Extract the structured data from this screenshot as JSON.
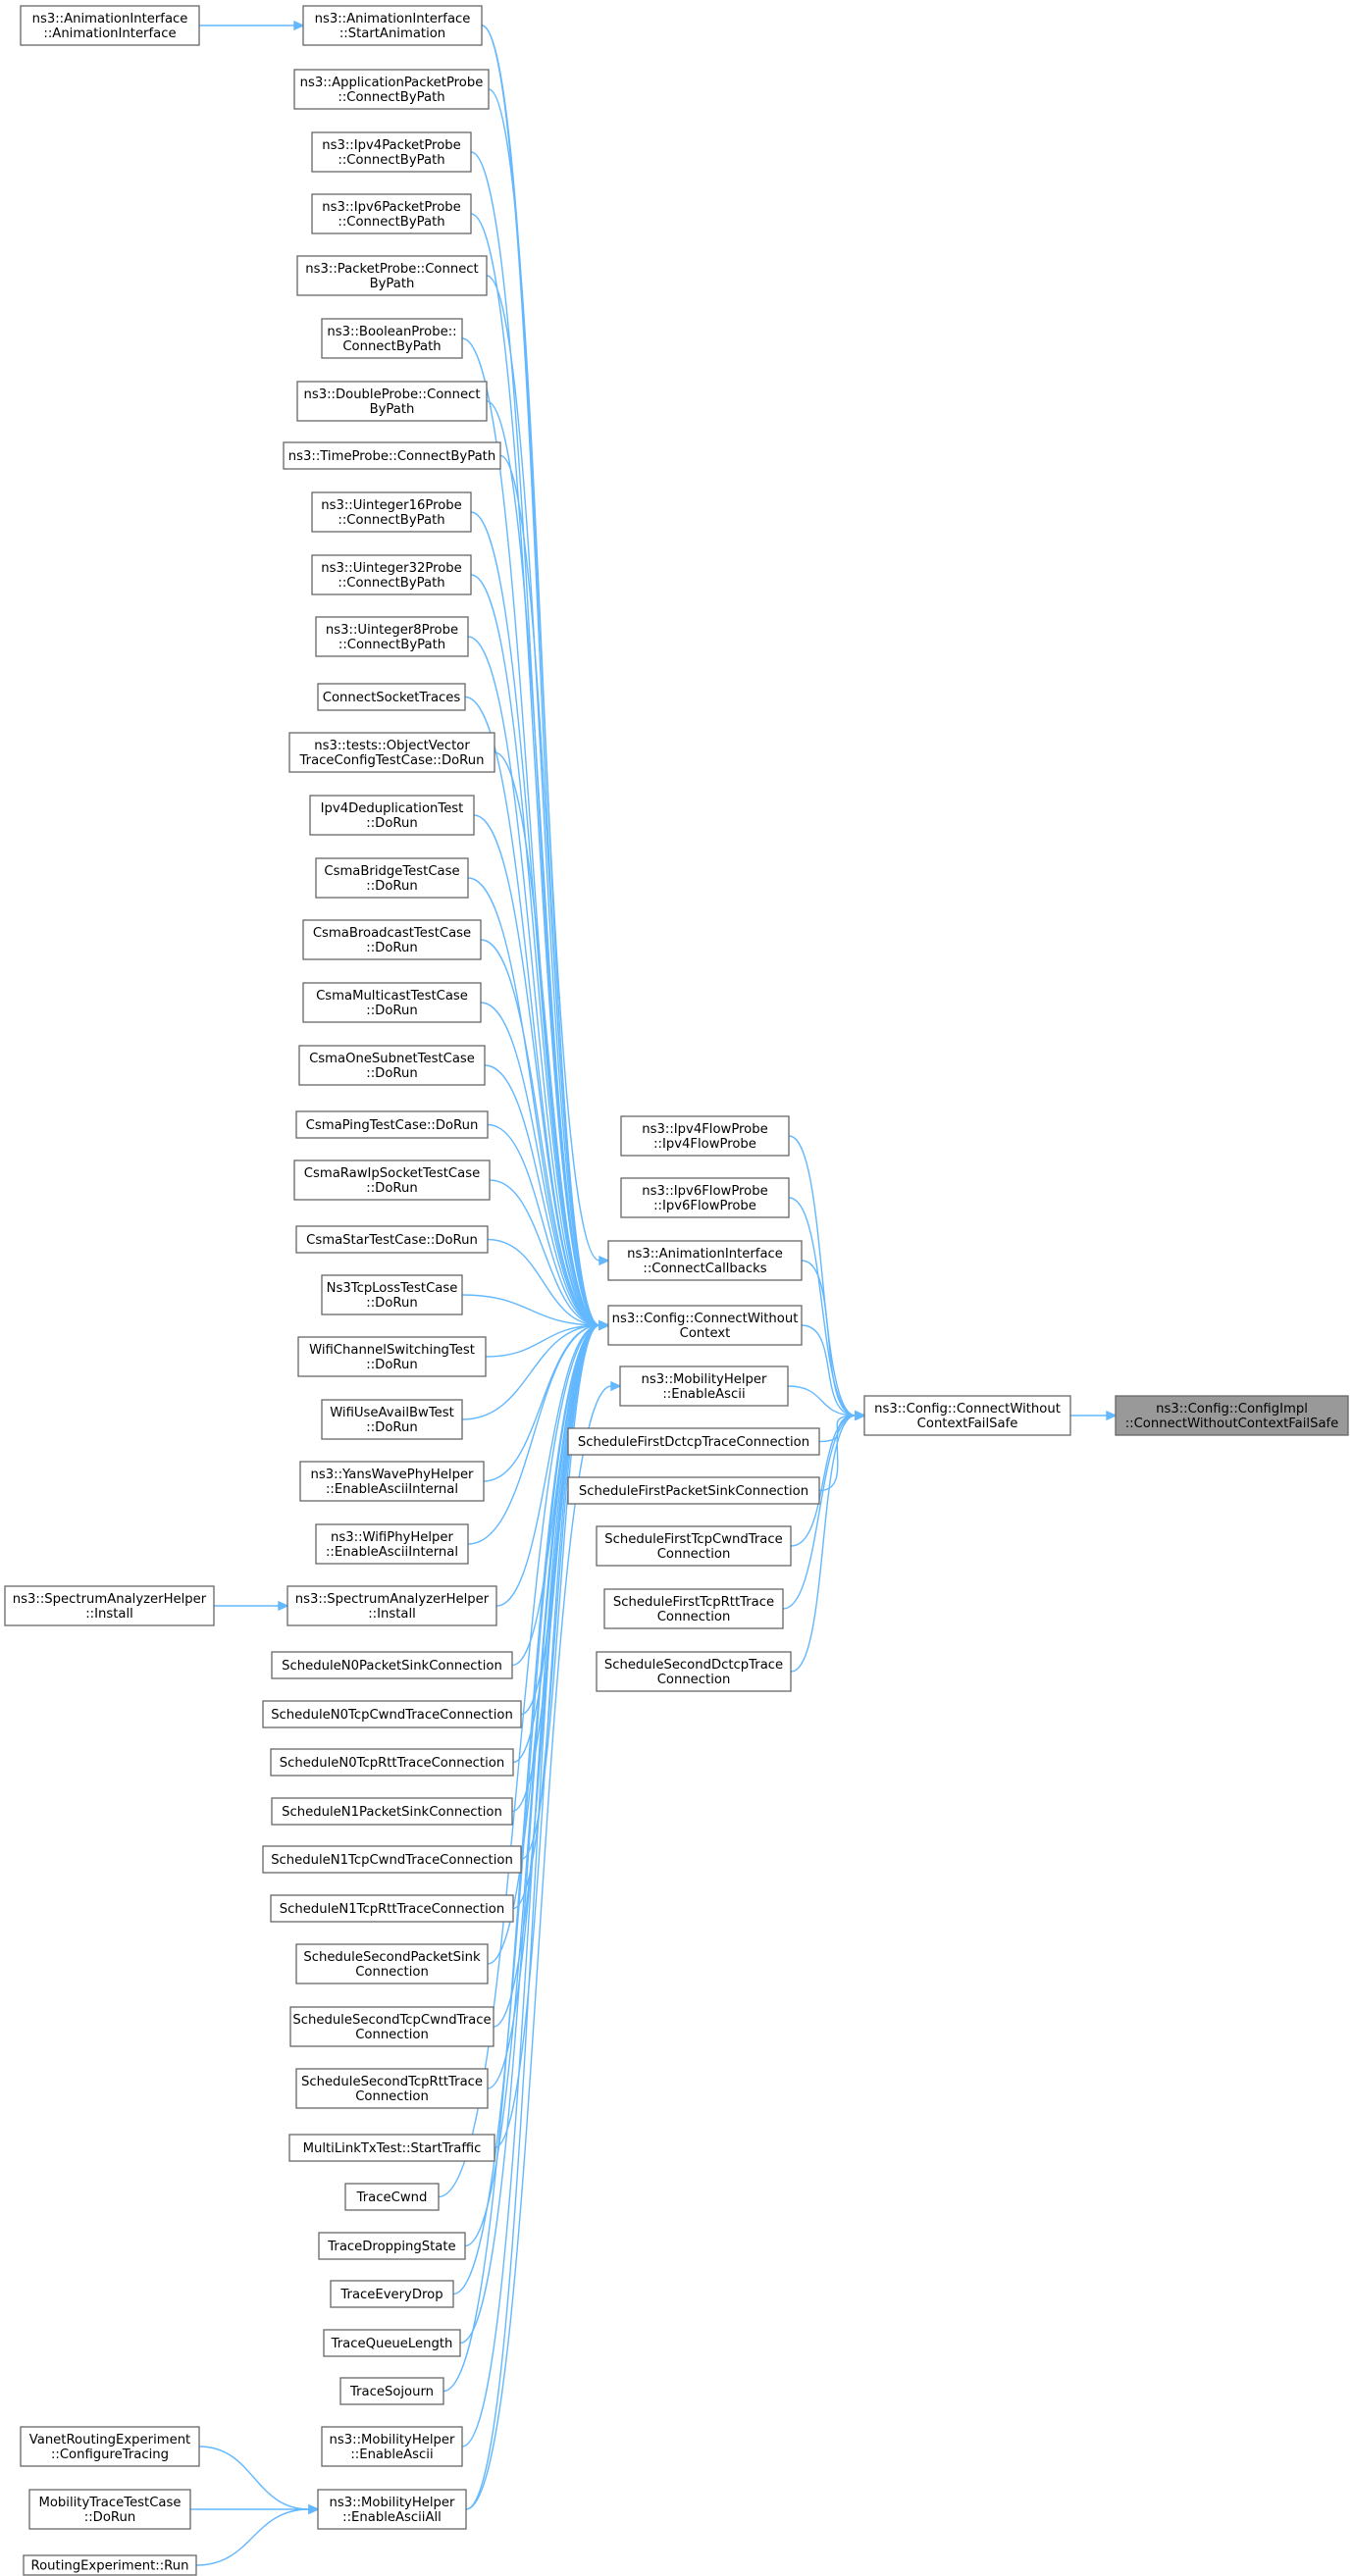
{
  "nodes": [
    {
      "id": "n_target",
      "lines": [
        "ns3::Config::ConfigImpl",
        "::ConnectWithoutContextFailSafe"
      ],
      "highlight": true
    },
    {
      "id": "n_cwcfs",
      "lines": [
        "ns3::Config::ConnectWithout",
        "ContextFailSafe"
      ]
    },
    {
      "id": "n_cwc",
      "lines": [
        "ns3::Config::ConnectWithout",
        "Context"
      ]
    },
    {
      "id": "n_ipv4flow",
      "lines": [
        "ns3::Ipv4FlowProbe",
        "::Ipv4FlowProbe"
      ]
    },
    {
      "id": "n_ipv6flow",
      "lines": [
        "ns3::Ipv6FlowProbe",
        "::Ipv6FlowProbe"
      ]
    },
    {
      "id": "n_anim_cc",
      "lines": [
        "ns3::AnimationInterface",
        "::ConnectCallbacks"
      ]
    },
    {
      "id": "n_mob_ea_mid",
      "lines": [
        "ns3::MobilityHelper",
        "::EnableAscii"
      ]
    },
    {
      "id": "n_sfdctcp",
      "lines": [
        "ScheduleFirstDctcpTraceConnection"
      ]
    },
    {
      "id": "n_sfpsink",
      "lines": [
        "ScheduleFirstPacketSinkConnection"
      ]
    },
    {
      "id": "n_sftcpcwnd",
      "lines": [
        "ScheduleFirstTcpCwndTrace",
        "Connection"
      ]
    },
    {
      "id": "n_sftcprtt",
      "lines": [
        "ScheduleFirstTcpRttTrace",
        "Connection"
      ]
    },
    {
      "id": "n_ssdctcp",
      "lines": [
        "ScheduleSecondDctcpTrace",
        "Connection"
      ]
    },
    {
      "id": "n_anim_sa",
      "lines": [
        "ns3::AnimationInterface",
        "::StartAnimation"
      ]
    },
    {
      "id": "n_anim_ai",
      "lines": [
        "ns3::AnimationInterface",
        "::AnimationInterface"
      ]
    },
    {
      "id": "n_app_probe",
      "lines": [
        "ns3::ApplicationPacketProbe",
        "::ConnectByPath"
      ]
    },
    {
      "id": "n_ipv4pp",
      "lines": [
        "ns3::Ipv4PacketProbe",
        "::ConnectByPath"
      ]
    },
    {
      "id": "n_ipv6pp",
      "lines": [
        "ns3::Ipv6PacketProbe",
        "::ConnectByPath"
      ]
    },
    {
      "id": "n_pktprobe",
      "lines": [
        "ns3::PacketProbe::Connect",
        "ByPath"
      ]
    },
    {
      "id": "n_boolprobe",
      "lines": [
        "ns3::BooleanProbe::",
        "ConnectByPath"
      ]
    },
    {
      "id": "n_dblprobe",
      "lines": [
        "ns3::DoubleProbe::Connect",
        "ByPath"
      ]
    },
    {
      "id": "n_timeprobe",
      "lines": [
        "ns3::TimeProbe::ConnectByPath"
      ]
    },
    {
      "id": "n_u16probe",
      "lines": [
        "ns3::Uinteger16Probe",
        "::ConnectByPath"
      ]
    },
    {
      "id": "n_u32probe",
      "lines": [
        "ns3::Uinteger32Probe",
        "::ConnectByPath"
      ]
    },
    {
      "id": "n_u8probe",
      "lines": [
        "ns3::Uinteger8Probe",
        "::ConnectByPath"
      ]
    },
    {
      "id": "n_connsock",
      "lines": [
        "ConnectSocketTraces"
      ]
    },
    {
      "id": "n_objvec",
      "lines": [
        "ns3::tests::ObjectVector",
        "TraceConfigTestCase::DoRun"
      ]
    },
    {
      "id": "n_ipv4dedup",
      "lines": [
        "Ipv4DeduplicationTest",
        "::DoRun"
      ]
    },
    {
      "id": "n_csmabridge",
      "lines": [
        "CsmaBridgeTestCase",
        "::DoRun"
      ]
    },
    {
      "id": "n_csmabcast",
      "lines": [
        "CsmaBroadcastTestCase",
        "::DoRun"
      ]
    },
    {
      "id": "n_csmamcast",
      "lines": [
        "CsmaMulticastTestCase",
        "::DoRun"
      ]
    },
    {
      "id": "n_csmaone",
      "lines": [
        "CsmaOneSubnetTestCase",
        "::DoRun"
      ]
    },
    {
      "id": "n_csmaping",
      "lines": [
        "CsmaPingTestCase::DoRun"
      ]
    },
    {
      "id": "n_csmaraw",
      "lines": [
        "CsmaRawIpSocketTestCase",
        "::DoRun"
      ]
    },
    {
      "id": "n_csmastar",
      "lines": [
        "CsmaStarTestCase::DoRun"
      ]
    },
    {
      "id": "n_ns3tcploss",
      "lines": [
        "Ns3TcpLossTestCase",
        "::DoRun"
      ]
    },
    {
      "id": "n_wifichan",
      "lines": [
        "WifiChannelSwitchingTest",
        "::DoRun"
      ]
    },
    {
      "id": "n_wifiavail",
      "lines": [
        "WifiUseAvailBwTest",
        "::DoRun"
      ]
    },
    {
      "id": "n_yanswave",
      "lines": [
        "ns3::YansWavePhyHelper",
        "::EnableAsciiInternal"
      ]
    },
    {
      "id": "n_wifiphy",
      "lines": [
        "ns3::WifiPhyHelper",
        "::EnableAsciiInternal"
      ]
    },
    {
      "id": "n_spec_mid",
      "lines": [
        "ns3::SpectrumAnalyzerHelper",
        "::Install"
      ]
    },
    {
      "id": "n_spec_left",
      "lines": [
        "ns3::SpectrumAnalyzerHelper",
        "::Install"
      ]
    },
    {
      "id": "n_n0psink",
      "lines": [
        "ScheduleN0PacketSinkConnection"
      ]
    },
    {
      "id": "n_n0cwnd",
      "lines": [
        "ScheduleN0TcpCwndTraceConnection"
      ]
    },
    {
      "id": "n_n0rtt",
      "lines": [
        "ScheduleN0TcpRttTraceConnection"
      ]
    },
    {
      "id": "n_n1psink",
      "lines": [
        "ScheduleN1PacketSinkConnection"
      ]
    },
    {
      "id": "n_n1cwnd",
      "lines": [
        "ScheduleN1TcpCwndTraceConnection"
      ]
    },
    {
      "id": "n_n1rtt",
      "lines": [
        "ScheduleN1TcpRttTraceConnection"
      ]
    },
    {
      "id": "n_sspsink",
      "lines": [
        "ScheduleSecondPacketSink",
        "Connection"
      ]
    },
    {
      "id": "n_sscwnd",
      "lines": [
        "ScheduleSecondTcpCwndTrace",
        "Connection"
      ]
    },
    {
      "id": "n_ssrtt",
      "lines": [
        "ScheduleSecondTcpRttTrace",
        "Connection"
      ]
    },
    {
      "id": "n_multilink",
      "lines": [
        "MultiLinkTxTest::StartTraffic"
      ]
    },
    {
      "id": "n_tracecwnd",
      "lines": [
        "TraceCwnd"
      ]
    },
    {
      "id": "n_tracedrop",
      "lines": [
        "TraceDroppingState"
      ]
    },
    {
      "id": "n_traceevery",
      "lines": [
        "TraceEveryDrop"
      ]
    },
    {
      "id": "n_traceqlen",
      "lines": [
        "TraceQueueLength"
      ]
    },
    {
      "id": "n_tracesoj",
      "lines": [
        "TraceSojourn"
      ]
    },
    {
      "id": "n_mob_ea_left",
      "lines": [
        "ns3::MobilityHelper",
        "::EnableAscii"
      ]
    },
    {
      "id": "n_mob_eaall",
      "lines": [
        "ns3::MobilityHelper",
        "::EnableAsciiAll"
      ]
    },
    {
      "id": "n_vanet",
      "lines": [
        "VanetRoutingExperiment",
        "::ConfigureTracing"
      ]
    },
    {
      "id": "n_mobtrace",
      "lines": [
        "MobilityTraceTestCase",
        "::DoRun"
      ]
    },
    {
      "id": "n_routing",
      "lines": [
        "RoutingExperiment::Run"
      ]
    }
  ],
  "edges": [
    [
      "n_cwcfs",
      "n_target"
    ],
    [
      "n_cwc",
      "n_cwcfs"
    ],
    [
      "n_ipv4flow",
      "n_cwcfs"
    ],
    [
      "n_ipv6flow",
      "n_cwcfs"
    ],
    [
      "n_anim_cc",
      "n_cwcfs"
    ],
    [
      "n_mob_ea_mid",
      "n_cwcfs"
    ],
    [
      "n_sfdctcp",
      "n_cwcfs"
    ],
    [
      "n_sfpsink",
      "n_cwcfs"
    ],
    [
      "n_sftcpcwnd",
      "n_cwcfs"
    ],
    [
      "n_sftcprtt",
      "n_cwcfs"
    ],
    [
      "n_ssdctcp",
      "n_cwcfs"
    ],
    [
      "n_anim_sa",
      "n_anim_cc"
    ],
    [
      "n_anim_ai",
      "n_anim_sa"
    ],
    [
      "n_app_probe",
      "n_cwc"
    ],
    [
      "n_ipv4pp",
      "n_cwc"
    ],
    [
      "n_ipv6pp",
      "n_cwc"
    ],
    [
      "n_pktprobe",
      "n_cwc"
    ],
    [
      "n_boolprobe",
      "n_cwc"
    ],
    [
      "n_dblprobe",
      "n_cwc"
    ],
    [
      "n_timeprobe",
      "n_cwc"
    ],
    [
      "n_u16probe",
      "n_cwc"
    ],
    [
      "n_u32probe",
      "n_cwc"
    ],
    [
      "n_u8probe",
      "n_cwc"
    ],
    [
      "n_connsock",
      "n_cwc"
    ],
    [
      "n_objvec",
      "n_cwc"
    ],
    [
      "n_ipv4dedup",
      "n_cwc"
    ],
    [
      "n_csmabridge",
      "n_cwc"
    ],
    [
      "n_csmabcast",
      "n_cwc"
    ],
    [
      "n_csmamcast",
      "n_cwc"
    ],
    [
      "n_csmaone",
      "n_cwc"
    ],
    [
      "n_csmaping",
      "n_cwc"
    ],
    [
      "n_csmaraw",
      "n_cwc"
    ],
    [
      "n_csmastar",
      "n_cwc"
    ],
    [
      "n_ns3tcploss",
      "n_cwc"
    ],
    [
      "n_wifichan",
      "n_cwc"
    ],
    [
      "n_wifiavail",
      "n_cwc"
    ],
    [
      "n_yanswave",
      "n_cwc"
    ],
    [
      "n_wifiphy",
      "n_cwc"
    ],
    [
      "n_spec_mid",
      "n_cwc"
    ],
    [
      "n_spec_left",
      "n_spec_mid"
    ],
    [
      "n_n0psink",
      "n_cwc"
    ],
    [
      "n_n0cwnd",
      "n_cwc"
    ],
    [
      "n_n0rtt",
      "n_cwc"
    ],
    [
      "n_n1psink",
      "n_cwc"
    ],
    [
      "n_n1cwnd",
      "n_cwc"
    ],
    [
      "n_n1rtt",
      "n_cwc"
    ],
    [
      "n_sspsink",
      "n_cwc"
    ],
    [
      "n_sscwnd",
      "n_cwc"
    ],
    [
      "n_ssrtt",
      "n_cwc"
    ],
    [
      "n_multilink",
      "n_cwc"
    ],
    [
      "n_tracecwnd",
      "n_cwc"
    ],
    [
      "n_tracedrop",
      "n_cwc"
    ],
    [
      "n_traceevery",
      "n_cwc"
    ],
    [
      "n_traceqlen",
      "n_cwc"
    ],
    [
      "n_tracesoj",
      "n_cwc"
    ],
    [
      "n_mob_ea_left",
      "n_cwc"
    ],
    [
      "n_mob_eaall",
      "n_cwc"
    ],
    [
      "n_mob_eaall",
      "n_mob_ea_mid"
    ],
    [
      "n_anim_sa",
      "n_cwc"
    ],
    [
      "n_vanet",
      "n_mob_eaall"
    ],
    [
      "n_mobtrace",
      "n_mob_eaall"
    ],
    [
      "n_routing",
      "n_mob_eaall"
    ]
  ],
  "colors": {
    "edge": "#63b8ff",
    "node_border": "#666666",
    "node_fill": "#ffffff",
    "highlight_fill": "#999999"
  }
}
